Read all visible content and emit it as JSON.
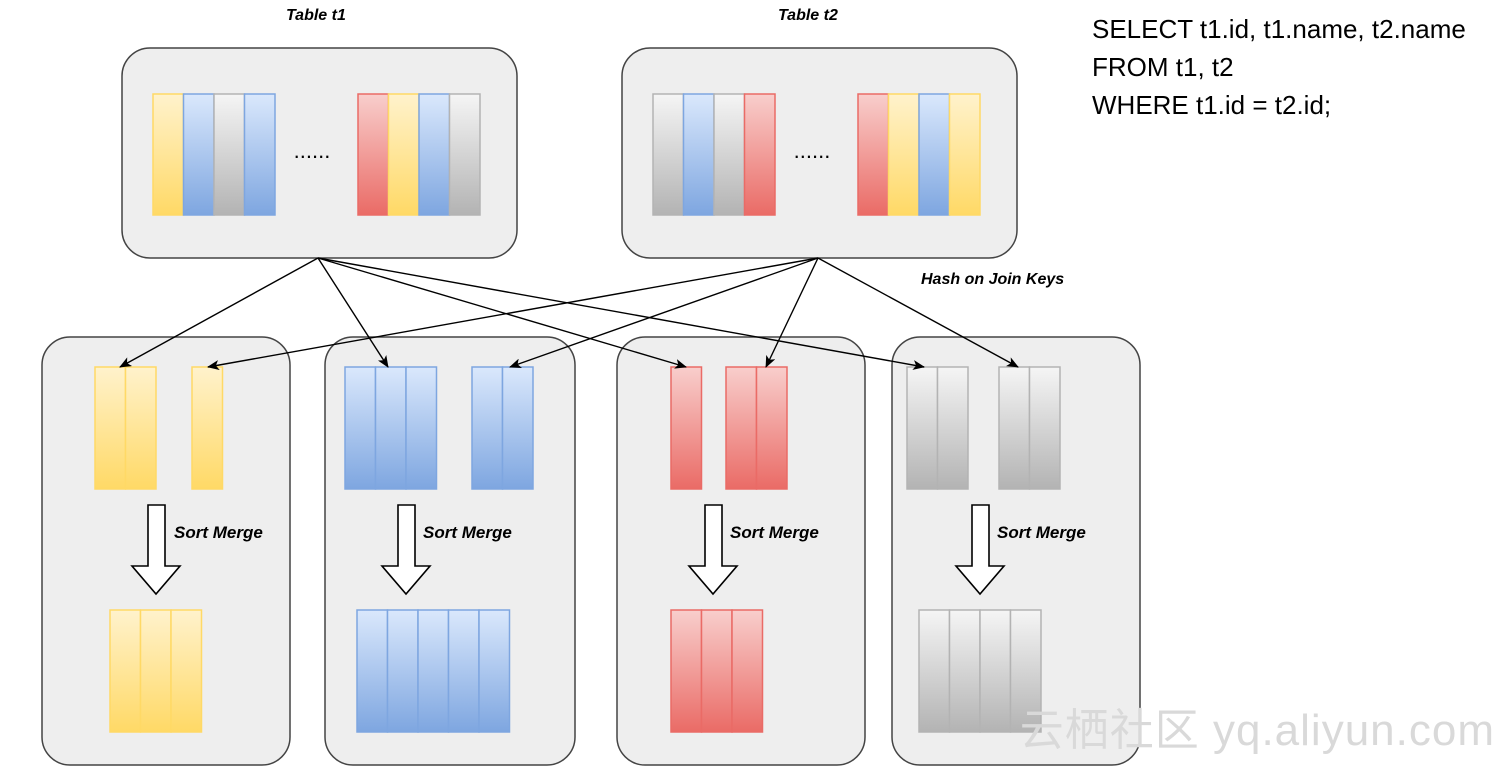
{
  "labels": {
    "table_t1": "Table t1",
    "table_t2": "Table t2",
    "hash_on_join_keys": "Hash on Join Keys",
    "sort_merge": "Sort Merge",
    "ellipsis": "......"
  },
  "sql": {
    "line1": "SELECT t1.id, t1.name, t2.name",
    "line2": "FROM t1, t2",
    "line3": "WHERE t1.id = t2.id;"
  },
  "watermark": "云栖社区 yq.aliyun.com",
  "colors": {
    "yellow": "#ffd966",
    "blue": "#7ea6e0",
    "red": "#ea6b66",
    "gray": "#b3b3b3",
    "box_fill": "#eeeeee",
    "box_stroke": "#444444"
  },
  "tables": [
    {
      "name": "t1",
      "left_group": [
        "yellow",
        "blue",
        "gray",
        "blue"
      ],
      "right_group": [
        "red",
        "yellow",
        "blue",
        "gray"
      ]
    },
    {
      "name": "t2",
      "left_group": [
        "gray",
        "blue",
        "gray",
        "red"
      ],
      "right_group": [
        "red",
        "yellow",
        "blue",
        "yellow"
      ]
    }
  ],
  "partitions": [
    {
      "color": "yellow",
      "from_t1_count": 2,
      "from_t2_count": 1,
      "merged_count": 3
    },
    {
      "color": "blue",
      "from_t1_count": 3,
      "from_t2_count": 2,
      "merged_count": 5
    },
    {
      "color": "red",
      "from_t1_count": 1,
      "from_t2_count": 2,
      "merged_count": 3
    },
    {
      "color": "gray",
      "from_t1_count": 2,
      "from_t2_count": 2,
      "merged_count": 4
    }
  ]
}
